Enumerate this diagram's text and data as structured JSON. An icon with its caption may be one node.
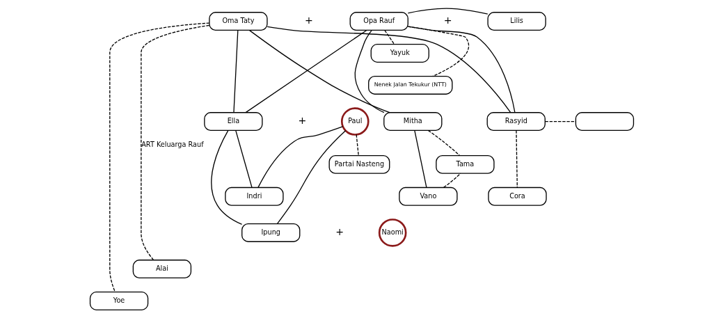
{
  "diagram": {
    "nodes": [
      {
        "text": [
          "Oma Taty"
        ]
      },
      {
        "text": [
          "Opa Rauf"
        ]
      },
      {
        "text": [
          "Lilis"
        ]
      },
      {
        "text": [
          "Yayuk"
        ]
      },
      {
        "text": [
          "Nenek Jalan Tekukur (NTT)"
        ]
      },
      {
        "text": [
          "Mitha"
        ]
      },
      {
        "text": [
          "Tama"
        ]
      },
      {
        "text": [
          "Vano"
        ]
      },
      {
        "text": [
          "Ella"
        ]
      },
      {
        "text": [
          "Paul"
        ]
      },
      {
        "text": [
          "Rasyid"
        ]
      },
      {
        "text": [],
        "shape": "box"
      },
      {
        "text": [
          "Partai Nasteng"
        ]
      },
      {
        "text": [
          "Cora"
        ]
      },
      {
        "text": [
          "Indri"
        ]
      },
      {
        "text": [
          "Ipung"
        ]
      },
      {
        "text": [
          "Naomi"
        ]
      },
      {
        "text": [
          "Alai"
        ]
      },
      {
        "text": [
          "Yoe"
        ]
      }
    ],
    "edges": [
      {
        "from": 0,
        "to": 17,
        "arrow": "none",
        "style": "dashed",
        "label": "ART Keluarga Rauf"
      },
      {
        "from": 0,
        "to": 18,
        "arrow": "none",
        "style": "dashed"
      },
      {
        "from": 1,
        "to": 2,
        "arrow": "none"
      },
      {
        "from": 0,
        "to": 5,
        "arrow": "none"
      },
      {
        "from": 0,
        "to": 8,
        "arrow": "none"
      },
      {
        "from": 0,
        "to": 10,
        "arrow": "none"
      },
      {
        "from": 1,
        "to": 5,
        "arrow": "none"
      },
      {
        "from": 1,
        "to": 8,
        "arrow": "none"
      },
      {
        "from": 1,
        "to": 10,
        "arrow": "none"
      },
      {
        "from": 1,
        "to": 3,
        "arrow": "none",
        "style": "dashed"
      },
      {
        "from": 1,
        "to": 4,
        "arrow": "none",
        "style": "dashed"
      },
      {
        "from": 5,
        "to": 6,
        "arrow": "none",
        "style": "dashed"
      },
      {
        "from": 5,
        "to": 7,
        "arrow": "none"
      },
      {
        "from": 7,
        "to": 6,
        "arrow": "none",
        "style": "dashed"
      },
      {
        "from": 9,
        "to": 12,
        "arrow": "none",
        "style": "dashed"
      },
      {
        "from": 10,
        "to": 11,
        "arrow": "none",
        "style": "dashed"
      },
      {
        "from": 10,
        "to": 13,
        "arrow": "none",
        "style": "dashed"
      },
      {
        "from": 8,
        "to": 14,
        "arrow": "none"
      },
      {
        "from": 8,
        "to": 15,
        "arrow": "none"
      },
      {
        "from": 9,
        "to": 14,
        "arrow": "none"
      },
      {
        "from": 9,
        "to": 15,
        "arrow": "none"
      }
    ],
    "labels": [
      "+",
      "+",
      "+",
      "+"
    ]
  }
}
